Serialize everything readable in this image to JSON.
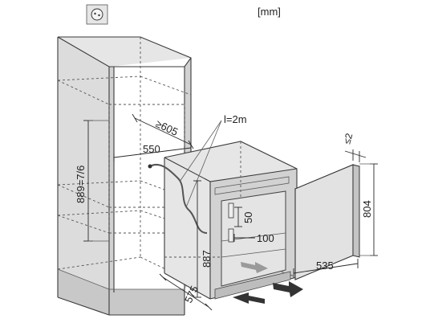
{
  "unit_label": "[mm]",
  "dimensions": {
    "cabinet_depth_min": "≥605",
    "cabinet_inner_depth": "550",
    "niche_height": "889=7/6",
    "cable_length": "l=2m",
    "vent_gap": "50",
    "vent_width": "100",
    "appliance_height": "887",
    "appliance_depth": "575",
    "door_height": "804",
    "door_width": "535",
    "door_gap": "≤2"
  },
  "icons": {
    "socket": "power-socket-icon"
  }
}
